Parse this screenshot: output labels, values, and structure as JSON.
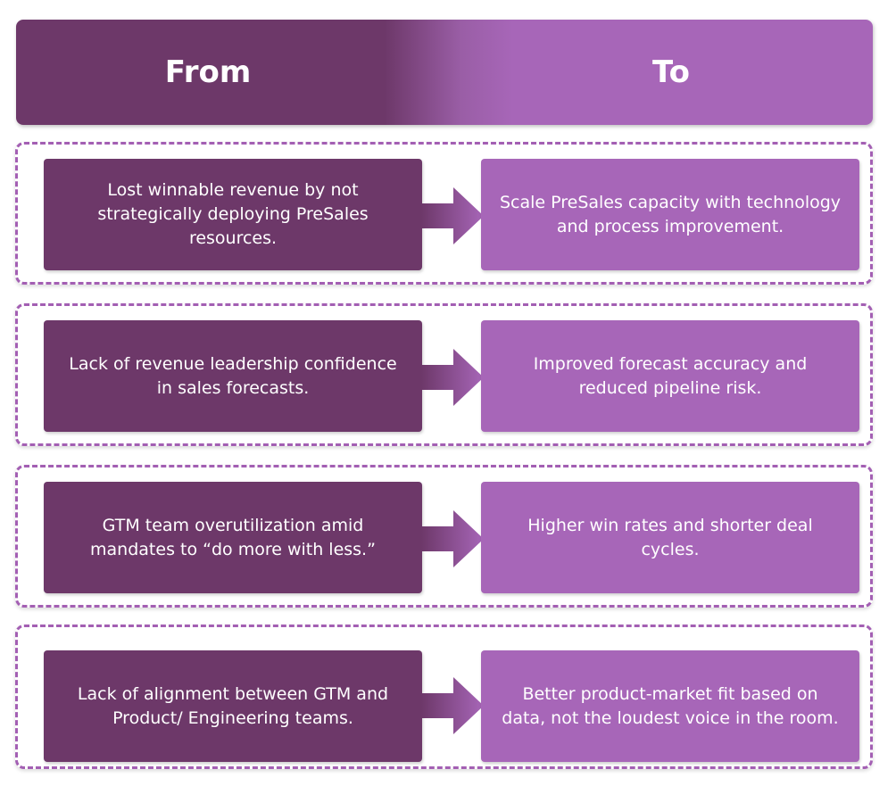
{
  "header": {
    "from_label": "From",
    "to_label": "To"
  },
  "colors": {
    "from_dark": "#6d3869",
    "to_light": "#a766b8",
    "dashed_border": "#a35fb3"
  },
  "rows": [
    {
      "from": "Lost winnable revenue by not strategically deploying PreSales resources.",
      "to": "Scale PreSales capacity with technology and process improvement."
    },
    {
      "from": "Lack of revenue leadership confidence in sales forecasts.",
      "to": "Improved forecast accuracy and reduced pipeline risk."
    },
    {
      "from": "GTM team overutilization amid mandates to “do more with less.”",
      "to": "Higher win rates and shorter deal cycles."
    },
    {
      "from": "Lack of alignment between GTM and Product/ Engineering teams.",
      "to": "Better product-market fit based on data, not the loudest voice in the room."
    }
  ]
}
